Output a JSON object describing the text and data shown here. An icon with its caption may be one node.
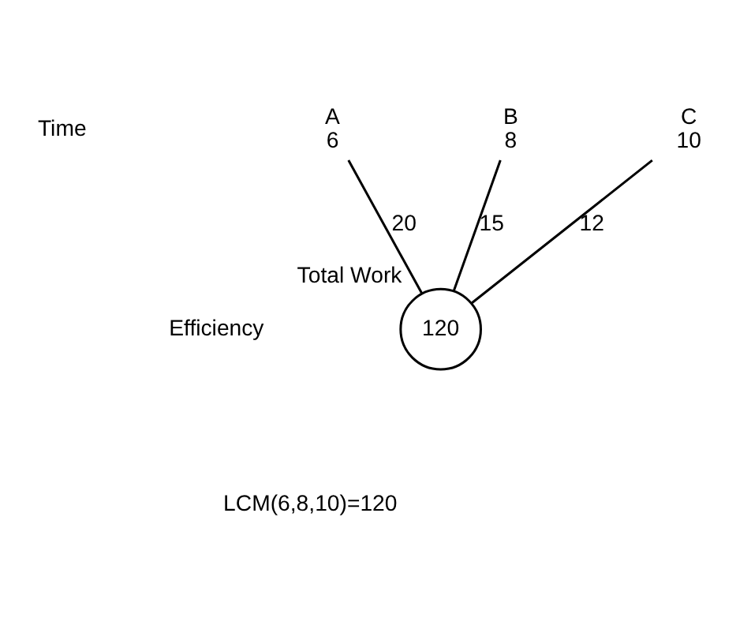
{
  "diagram": {
    "nodes": [
      {
        "text": [
          "A",
          "6"
        ]
      },
      {
        "text": [
          "B",
          "8"
        ]
      },
      {
        "text": [
          "C",
          "10"
        ]
      },
      {
        "text": [
          "120"
        ],
        "beside": [
          "Total Work"
        ]
      }
    ],
    "edges": [
      {
        "from": 0,
        "to": 3,
        "arrow": "none",
        "label": "20"
      },
      {
        "from": 1,
        "to": 3,
        "arrow": "none",
        "label": "15"
      },
      {
        "from": 2,
        "to": 3,
        "arrow": "none",
        "label": "12"
      }
    ],
    "labels": [
      "Time",
      "Efficiency",
      "LCM(6,8,10)=120"
    ]
  }
}
